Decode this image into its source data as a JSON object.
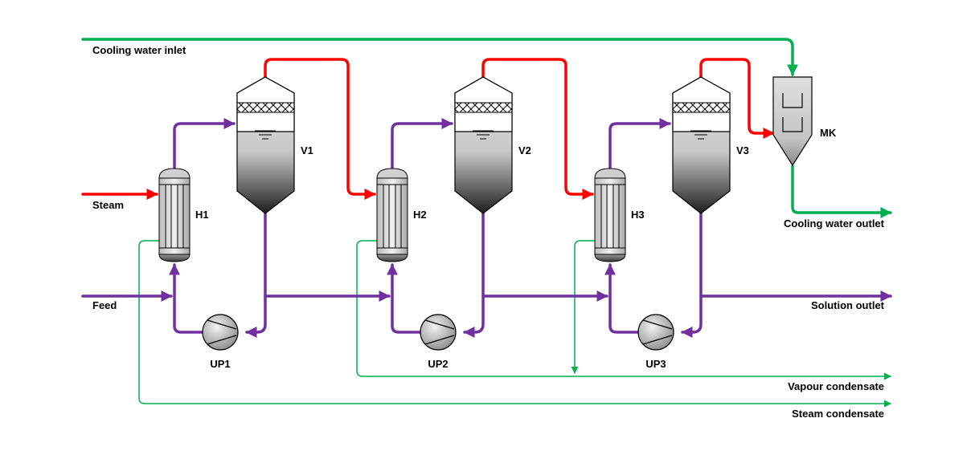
{
  "colors": {
    "vapour_line": "#ff0000",
    "solution_line": "#7030a0",
    "water_line": "#00b050",
    "equipment_fill": "#d9d9d9",
    "equipment_stroke": "#000000"
  },
  "streams": {
    "cooling_water_inlet": "Cooling water inlet",
    "steam": "Steam",
    "feed": "Feed",
    "cooling_water_outlet": "Cooling water outlet",
    "solution_outlet": "Solution outlet",
    "vapour_condensate": "Vapour condensate",
    "steam_condensate": "Steam condensate"
  },
  "equipment": {
    "heaters": [
      "H1",
      "H2",
      "H3"
    ],
    "vessels": [
      "V1",
      "V2",
      "V3"
    ],
    "pumps": [
      "UP1",
      "UP2",
      "UP3"
    ],
    "condenser": "MK"
  }
}
